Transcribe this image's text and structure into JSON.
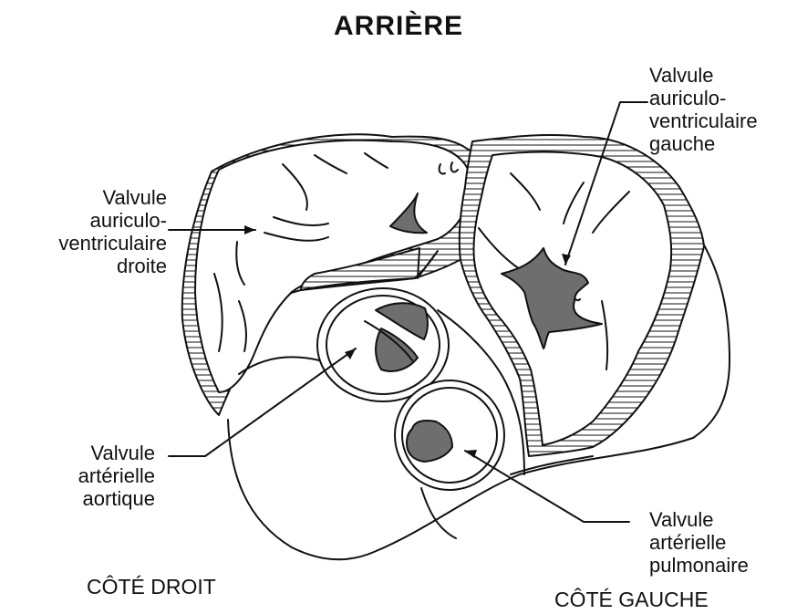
{
  "title": "ARRIÈRE",
  "labels": {
    "mitral": [
      "Valvule",
      "auriculo-",
      "ventriculaire",
      "gauche"
    ],
    "tricuspid": [
      "Valvule",
      "auriculo-",
      "ventriculaire",
      "droite"
    ],
    "aortic": [
      "Valvule",
      "artérielle",
      "aortique"
    ],
    "pulmonary": [
      "Valvule",
      "artérielle",
      "pulmonaire"
    ]
  },
  "sides": {
    "right": "CÔTÉ DROIT",
    "left": "CÔTÉ GAUCHE"
  },
  "colors": {
    "ink": "#111111",
    "valve_fill": "#6e6e6e",
    "background": "#ffffff"
  }
}
